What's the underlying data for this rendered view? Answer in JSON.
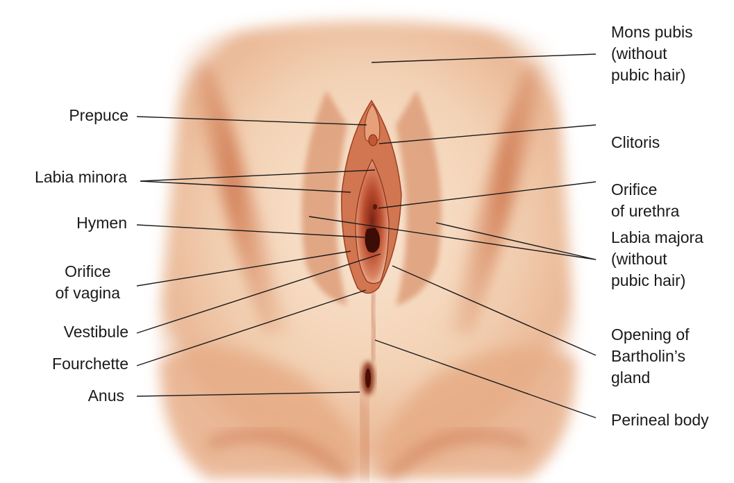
{
  "diagram": {
    "colors": {
      "skin_light": "#f6dcc3",
      "skin_mid": "#e4a57e",
      "skin_shadow": "#b75a35",
      "deep": "#6e1f12",
      "line": "#1a1a1a"
    },
    "left_labels": {
      "prepuce": "Prepuce",
      "labia_minora": "Labia minora",
      "hymen": "Hymen",
      "orifice_vagina_1": "Orifice",
      "orifice_vagina_2": "of vagina",
      "vestibule": "Vestibule",
      "fourchette": "Fourchette",
      "anus": "Anus"
    },
    "right_labels": {
      "mons_1": "Mons pubis",
      "mons_2": "(without",
      "mons_3": "pubic hair)",
      "clitoris": "Clitoris",
      "urethra_1": "Orifice",
      "urethra_2": "of urethra",
      "majora_1": "Labia majora",
      "majora_2": "(without",
      "majora_3": "pubic hair)",
      "bartholin_1": "Opening of",
      "bartholin_2": "Bartholin’s",
      "bartholin_3": "gland",
      "perineal": "Perineal body"
    }
  }
}
